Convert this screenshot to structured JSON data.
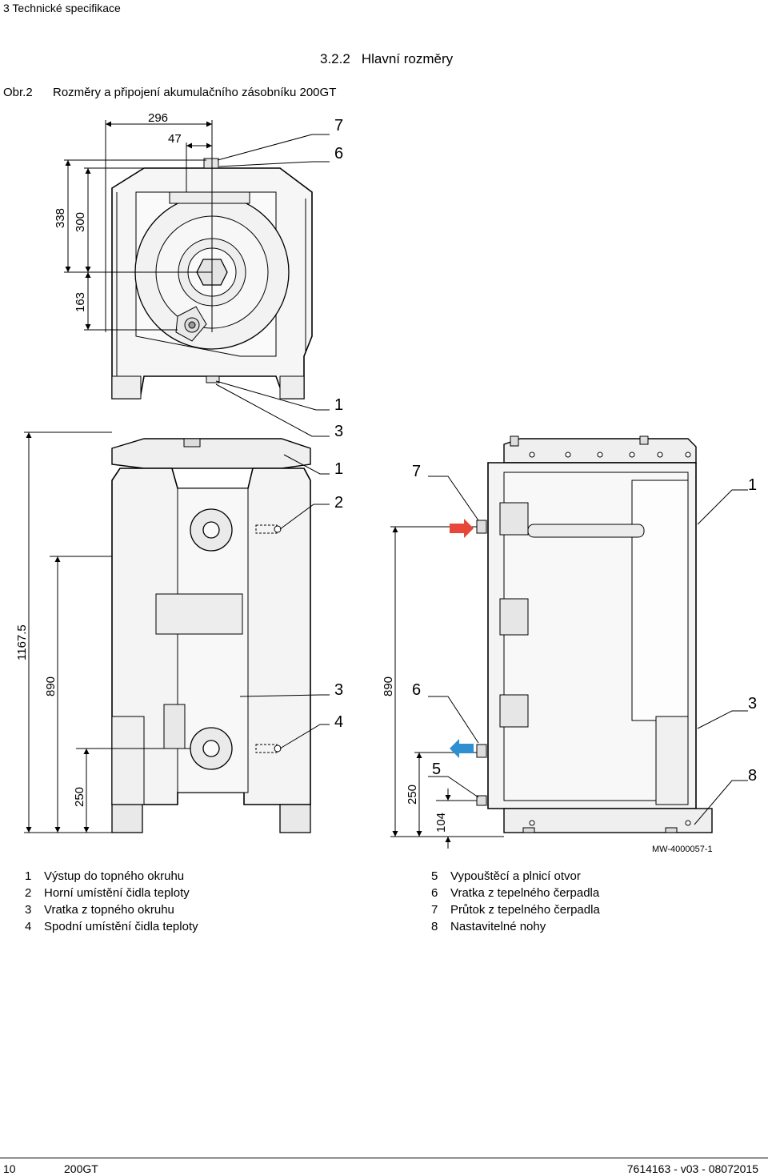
{
  "header": {
    "chapter": "3 Technické specifikace"
  },
  "section": {
    "number": "3.2.2",
    "title": "Hlavní rozměry"
  },
  "figure": {
    "label": "Obr.2",
    "caption": "Rozměry a připojení akumulačního zásobníku 200GT",
    "code": "MW-4000057-1",
    "dimensions": {
      "d296": "296",
      "d47": "47",
      "d338": "338",
      "d300": "300",
      "d163": "163",
      "d1167": "1167.5",
      "d890a": "890",
      "d890b": "890",
      "d250a": "250",
      "d250b": "250",
      "d104": "104"
    },
    "callouts": {
      "top_7": "7",
      "top_6": "6",
      "top_1": "1",
      "top_3": "3",
      "front_1": "1",
      "front_2": "2",
      "front_3": "3",
      "front_4": "4",
      "side_7": "7",
      "side_1": "1",
      "side_6": "6",
      "side_3": "3",
      "side_5": "5",
      "side_8": "8"
    },
    "arrows": {
      "hot": "#e8463a",
      "cold": "#2f8fd0"
    }
  },
  "legend": [
    {
      "num": "1",
      "text": "Výstup do topného okruhu"
    },
    {
      "num": "2",
      "text": "Horní umístění čidla teploty"
    },
    {
      "num": "3",
      "text": "Vratka z topného okruhu"
    },
    {
      "num": "4",
      "text": "Spodní umístění čidla teploty"
    },
    {
      "num": "5",
      "text": "Vypouštěcí a plnicí otvor"
    },
    {
      "num": "6",
      "text": "Vratka z tepelného čerpadla"
    },
    {
      "num": "7",
      "text": "Průtok z tepelného čerpadla"
    },
    {
      "num": "8",
      "text": "Nastavitelné nohy"
    }
  ],
  "footer": {
    "page": "10",
    "model": "200GT",
    "doc": "7614163 - v03 - 08072015"
  }
}
